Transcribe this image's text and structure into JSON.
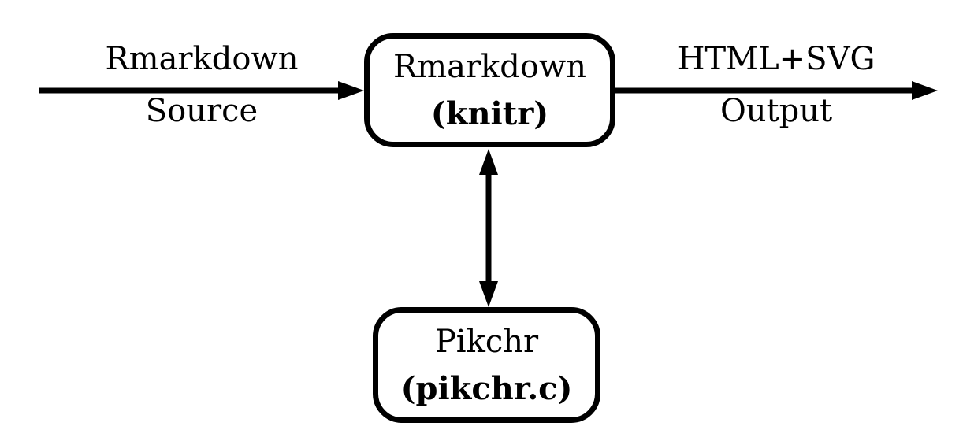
{
  "diagram": {
    "type": "flow-diagram",
    "colors": {
      "background": "#ffffff",
      "stroke": "#000000",
      "node_fill": "#ffffff",
      "text": "#000000"
    },
    "nodes": {
      "knitr": {
        "title": "Rmarkdown",
        "subtitle": "(knitr)"
      },
      "pikchr": {
        "title": "Pikchr",
        "subtitle": "(pikchr.c)"
      }
    },
    "edges": {
      "input": {
        "label_line1": "Rmarkdown",
        "label_line2": "Source",
        "direction": "right-into-knitr"
      },
      "output": {
        "label_line1": "HTML+SVG",
        "label_line2": "Output",
        "direction": "right-out-of-knitr"
      },
      "pikchr_link": {
        "direction": "bidirectional-between-knitr-and-pikchr"
      }
    }
  }
}
